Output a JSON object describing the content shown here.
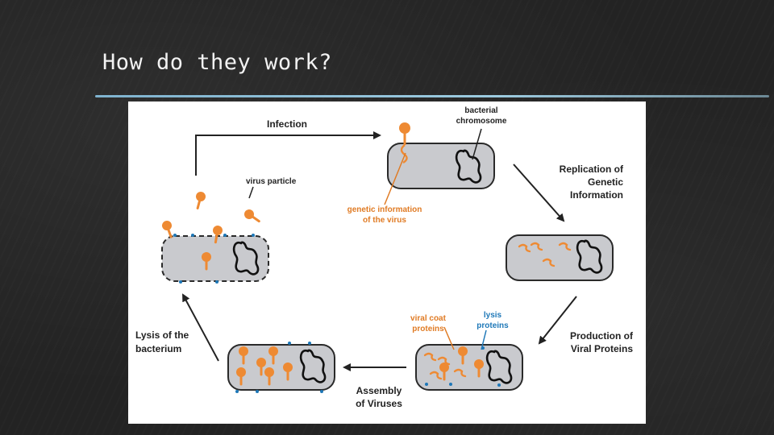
{
  "slide": {
    "title": "How do they work?"
  },
  "diagram": {
    "stages": {
      "infection": "Infection",
      "replication": [
        "Replication of",
        "Genetic",
        "Information"
      ],
      "production": [
        "Production of",
        "Viral Proteins"
      ],
      "assembly": [
        "Assembly",
        "of Viruses"
      ],
      "lysis": [
        "Lysis of the",
        "bacterium"
      ]
    },
    "annotations": {
      "bacterial_chromosome": [
        "bacterial",
        "chromosome"
      ],
      "virus_particle": "virus particle",
      "genetic_info": [
        "genetic information",
        "of the virus"
      ],
      "viral_coat": [
        "viral coat",
        "proteins"
      ],
      "lysis_proteins": [
        "lysis",
        "proteins"
      ]
    },
    "colors": {
      "cell_fill": "#c9cace",
      "cell_stroke": "#2a2a2a",
      "virus_orange": "#ee8a33",
      "lysis_blue": "#1e78b8",
      "label_orange": "#e07b24"
    }
  }
}
